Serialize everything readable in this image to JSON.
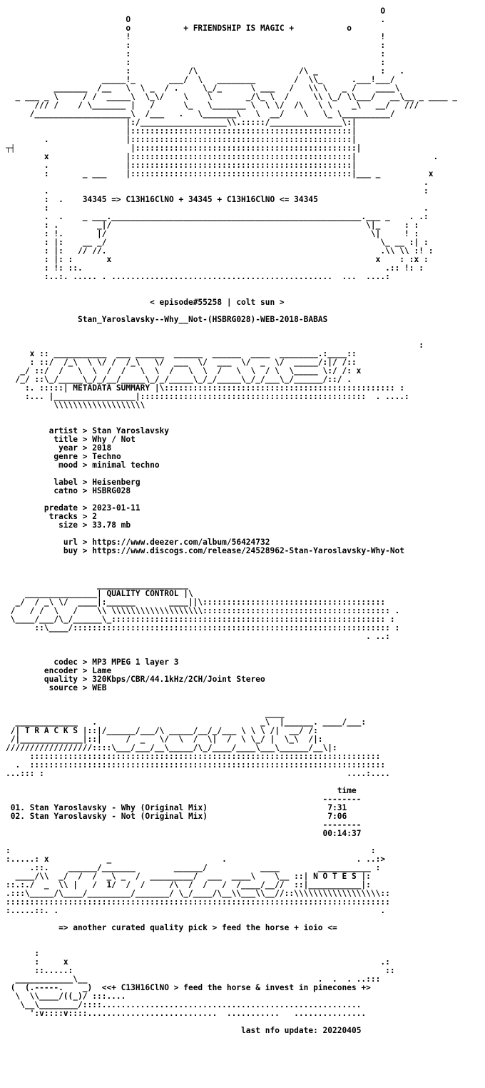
{
  "header": {
    "greeting": "+ FRIENDSHIP IS MAGIC +",
    "formula": "34345 => C13H16ClNO + 34345 + C13H16ClNO <= 34345",
    "episode": "< episode#55258 | colt sun >",
    "release_name": "Stan_Yaroslavsky--Why__Not-(HSBRG028)-WEB-2018-BABAS"
  },
  "metadata": {
    "section_title": "METADATA SUMMARY",
    "artist_label": "artist",
    "artist": "Stan Yaroslavsky",
    "title_label": "title",
    "title": "Why / Not",
    "year_label": "year",
    "year": "2018",
    "genre_label": "genre",
    "genre": "Techno",
    "mood_label": "mood",
    "mood": "minimal techno",
    "label_label": "label",
    "label": "Heisenberg",
    "catno_label": "catno",
    "catno": "HSBRG028",
    "predate_label": "predate",
    "predate": "2023-01-11",
    "tracks_label": "tracks",
    "tracks": "2",
    "size_label": "size",
    "size": "33.78 mb",
    "url_label": "url",
    "url": "https://www.deezer.com/album/56424732",
    "buy_label": "buy",
    "buy": "https://www.discogs.com/release/24528962-Stan-Yaroslavsky-Why-Not"
  },
  "quality": {
    "section_title": "QUALITY CONTROL",
    "codec_label": "codec",
    "codec": "MP3 MPEG 1 layer 3",
    "encoder_label": "encoder",
    "encoder": "Lame",
    "quality_label": "quality",
    "quality": "320Kbps/CBR/44.1kHz/2CH/Joint Stereo",
    "source_label": "source",
    "source": "WEB"
  },
  "tracks": {
    "section_title": "T R A C K S",
    "time_header": "time",
    "items": [
      {
        "num": "01.",
        "title": "Stan Yaroslavsky - Why (Original Mix)",
        "time": "7:31"
      },
      {
        "num": "02.",
        "title": "Stan Yaroslavsky - Not (Original Mix)",
        "time": "7:06"
      }
    ],
    "total": "00:14:37"
  },
  "notes": {
    "section_title": "N O T E S",
    "text": "=> another curated quality pick > feed the horse + ioio <="
  },
  "footer": {
    "formula": "<<+ C13H16ClNO > feed the horse & invest in pinecones +>",
    "last_update": "last nfo update: 20220405"
  }
}
